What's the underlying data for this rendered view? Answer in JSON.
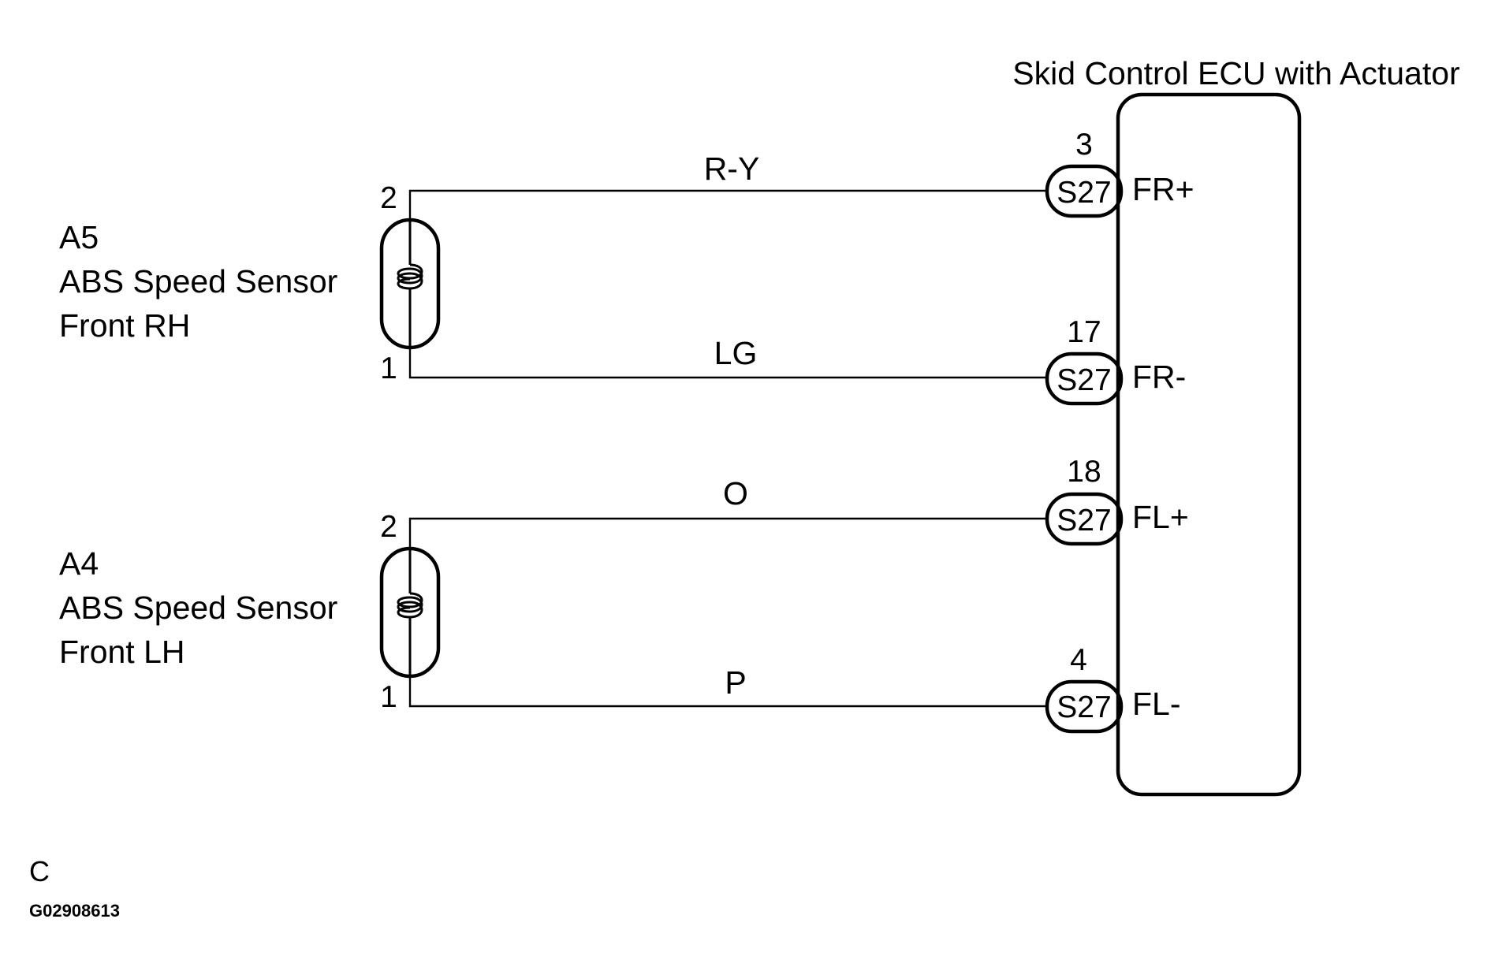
{
  "ecu": {
    "title": "Skid Control ECU with Actuator"
  },
  "sensors": [
    {
      "id": "A5",
      "name": "ABS Speed Sensor",
      "side": "Front RH",
      "pin_top": "2",
      "pin_bottom": "1"
    },
    {
      "id": "A4",
      "name": "ABS Speed Sensor",
      "side": "Front LH",
      "pin_top": "2",
      "pin_bottom": "1"
    }
  ],
  "wires": [
    {
      "color": "R-Y",
      "pin": "3",
      "connector": "S27",
      "terminal": "FR+"
    },
    {
      "color": "LG",
      "pin": "17",
      "connector": "S27",
      "terminal": "FR-"
    },
    {
      "color": "O",
      "pin": "18",
      "connector": "S27",
      "terminal": "FL+"
    },
    {
      "color": "P",
      "pin": "4",
      "connector": "S27",
      "terminal": "FL-"
    }
  ],
  "footer": {
    "letter": "C",
    "code": "G02908613"
  }
}
